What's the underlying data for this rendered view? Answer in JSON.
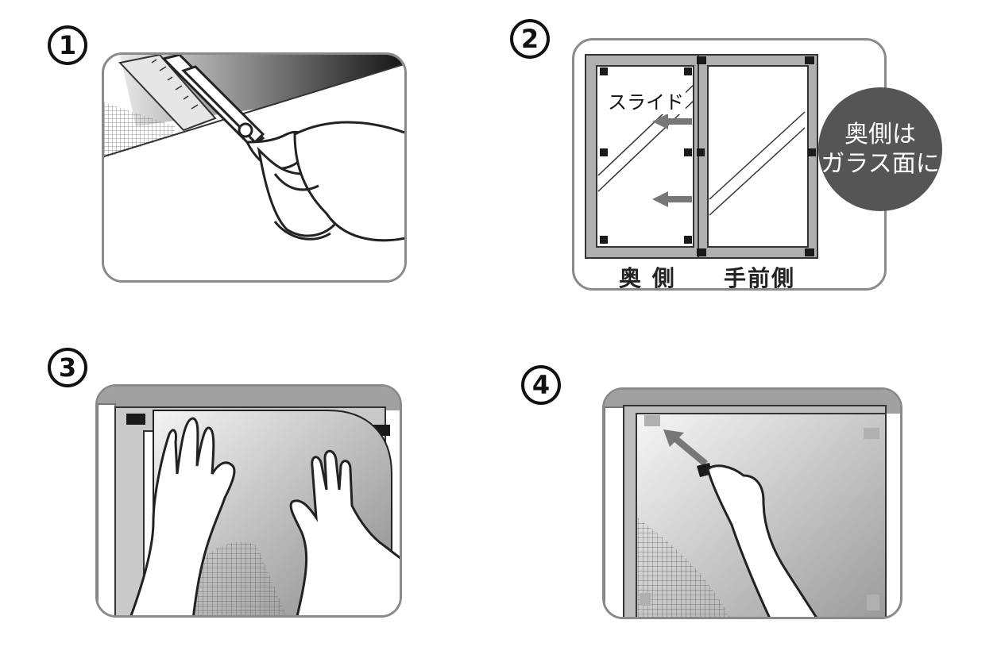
{
  "steps": [
    {
      "number": "1"
    },
    {
      "number": "2"
    },
    {
      "number": "3"
    },
    {
      "number": "4"
    }
  ],
  "step2": {
    "slide_label": "スライド",
    "back_label": "奥 側",
    "front_label": "手前側",
    "badge_line1": "奥側は",
    "badge_line2": "ガラス面に"
  },
  "colors": {
    "frame_gray": "#9a9a9a",
    "dark_fill": "#1a1a1a",
    "badge_bg": "#555555",
    "outline": "#8a8a8a"
  },
  "icons": [
    "scissors-icon",
    "ruler-icon",
    "hand-icon",
    "arrow-left-icon",
    "arrow-diagonal-icon",
    "mesh-icon"
  ]
}
